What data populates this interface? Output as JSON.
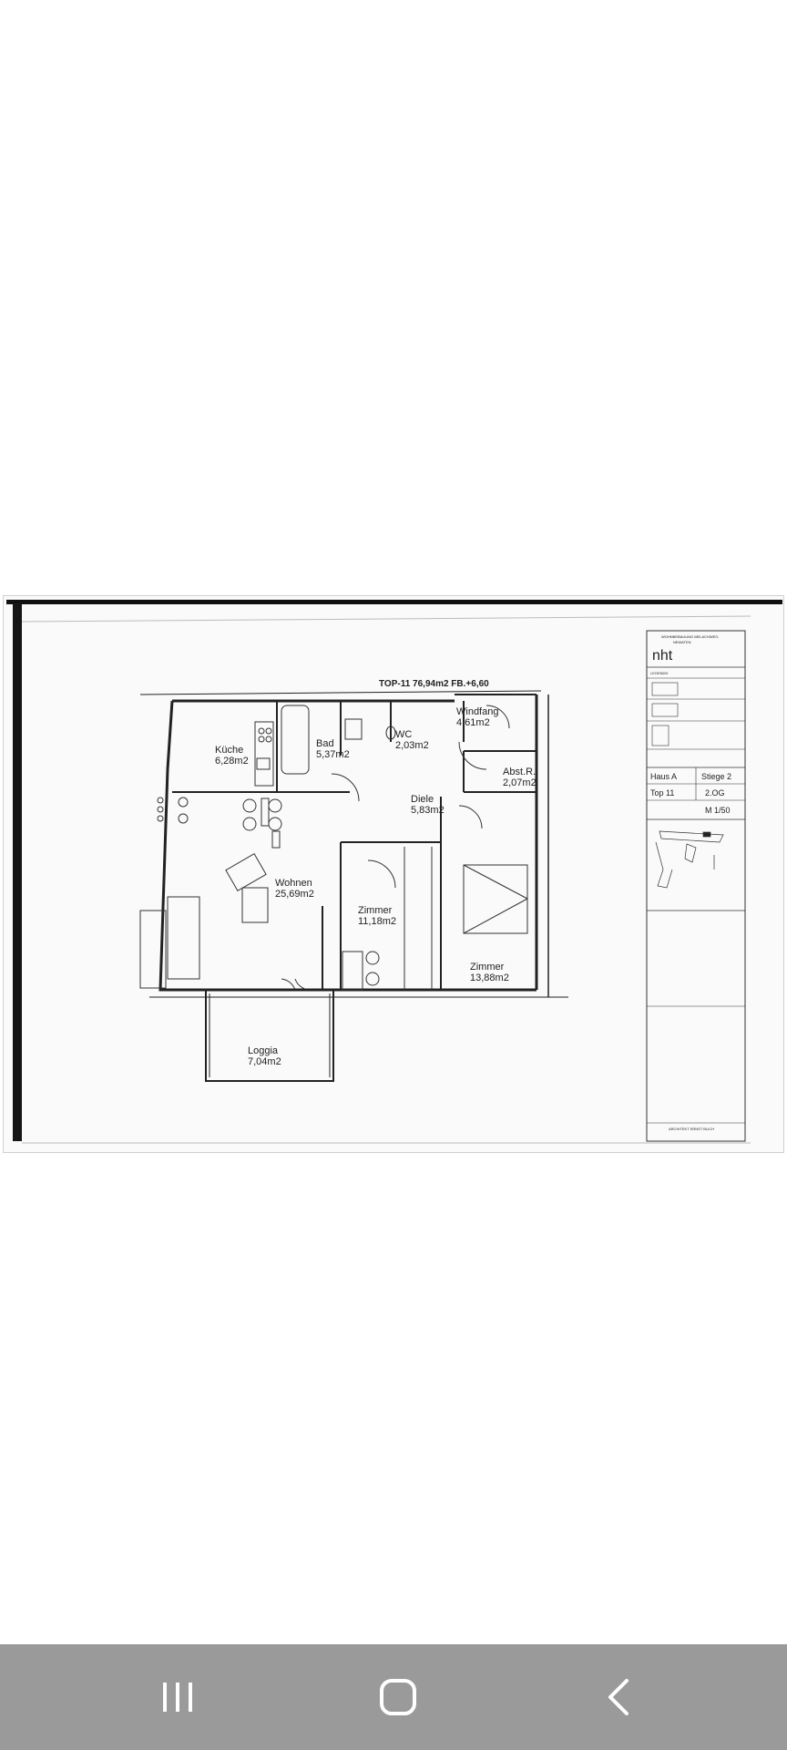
{
  "plan": {
    "header": "TOP-11  76,94m2  FB.+6,60",
    "rooms": [
      {
        "name": "Küche",
        "area": "6,28m2"
      },
      {
        "name": "Bad",
        "area": "5,37m2"
      },
      {
        "name": "WC",
        "area": "2,03m2"
      },
      {
        "name": "Windfang",
        "area": "4,61m2"
      },
      {
        "name": "Abst.R.",
        "area": "2,07m2"
      },
      {
        "name": "Diele",
        "area": "5,83m2"
      },
      {
        "name": "Wohnen",
        "area": "25,69m2"
      },
      {
        "name": "Zimmer",
        "area": "11,18m2"
      },
      {
        "name": "Zimmer",
        "area": "13,88m2"
      },
      {
        "name": "Loggia",
        "area": "7,04m2"
      }
    ]
  },
  "title_block": {
    "project": "WOHNBEBAUUNG MELACHWEG",
    "project_sub": "NEWATEN",
    "logo": "nht",
    "legend_label": "LEGENDE:",
    "house": "Haus A",
    "stair": "Stiege 2",
    "unit": "Top 11",
    "floor": "2.OG",
    "scale": "M 1/50",
    "architect": "ARCHITEKT ERNST BLICH"
  },
  "colors": {
    "ink": "#222222",
    "paper": "#fafafa",
    "navbar": "#9a9a9a",
    "nav_icon": "#ffffff"
  },
  "nav": {
    "recent": "recent-apps-icon",
    "home": "home-icon",
    "back": "back-icon"
  }
}
